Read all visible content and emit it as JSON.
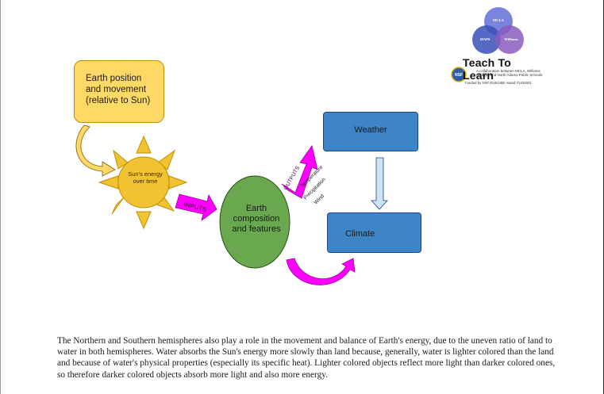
{
  "diagram": {
    "earth_position_box": "Earth position and movement (relative to Sun)",
    "sun_label": "Sun's energy over time",
    "inputs_label": "INPUTS",
    "earth_label": "Earth composition and features",
    "outputs_label": "OUTPUTS",
    "outputs_list": [
      "Temperature",
      "Precipitation",
      "Wind"
    ],
    "weather_box": "Weather",
    "climate_box": "Climate",
    "colors": {
      "earth_position": "#ffd966",
      "sun": "#f1c232",
      "earth": "#6aa84f",
      "weather": "#3d85c6",
      "climate": "#3d85c6",
      "arrow_magenta": "#ff00ff",
      "down_arrow": "#cfe2f3"
    }
  },
  "logo": {
    "circles": [
      "MCLA",
      "MAPS",
      "Williams"
    ],
    "title": "Teach To Learn",
    "subtitle": "A collaboration between MCLA, Williams College, and North Adams Public Schools",
    "funding": "Funded by NSF DUE/UBE Award #1432501",
    "badge": "NSF"
  },
  "paragraph": "The Northern and Southern hemispheres also play a role in the movement and balance of Earth's energy, due to the uneven ratio of land to water in both hemispheres. Water absorbs the Sun's energy more slowly than land because, generally, water is lighter colored than the land and because of water's physical properties (especially its specific heat). Lighter colored objects reflect more light than darker colored ones, so therefore darker colored objects absorb more light and also more energy."
}
